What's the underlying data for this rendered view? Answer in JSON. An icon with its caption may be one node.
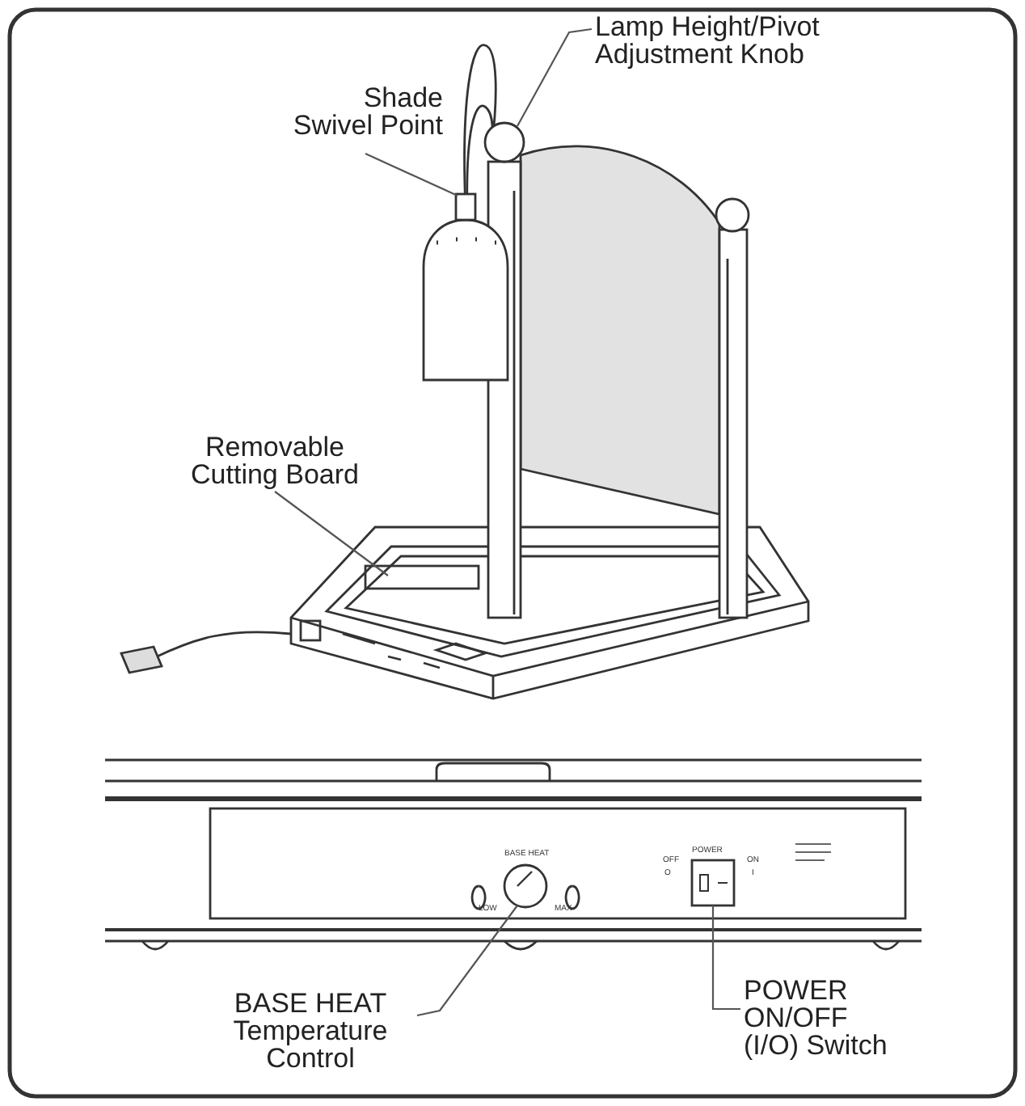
{
  "diagram": {
    "nodes": [
      {
        "text": [
          "Lamp Height/Pivot Adjustment Knob"
        ]
      },
      {
        "text": [],
        "shape": "circle"
      },
      {
        "text": [
          "Shade Swivel Point"
        ]
      },
      {
        "text": [],
        "shape": "box"
      },
      {
        "text": [
          "Removable Cutting Board"
        ]
      },
      {
        "text": [],
        "shape": "box"
      },
      {
        "text": [
          "BASE HEAT Temperature Control"
        ]
      },
      {
        "text": [],
        "shape": "circle"
      },
      {
        "text": [
          "POWER ON/OFF (I/O) Switch"
        ]
      },
      {
        "text": [],
        "shape": "box"
      }
    ],
    "edges": [
      {
        "from": 0,
        "to": 1,
        "arrow": "none"
      },
      {
        "from": 2,
        "to": 3,
        "arrow": "none"
      },
      {
        "from": 4,
        "to": 5,
        "arrow": "none"
      },
      {
        "from": 6,
        "to": 7,
        "arrow": "none"
      },
      {
        "from": 8,
        "to": 9,
        "arrow": "none"
      }
    ],
    "labels": [
      "BASE HEAT",
      "LOW",
      "MAX",
      "POWER",
      "OFF",
      "O",
      "ON",
      "I"
    ]
  }
}
